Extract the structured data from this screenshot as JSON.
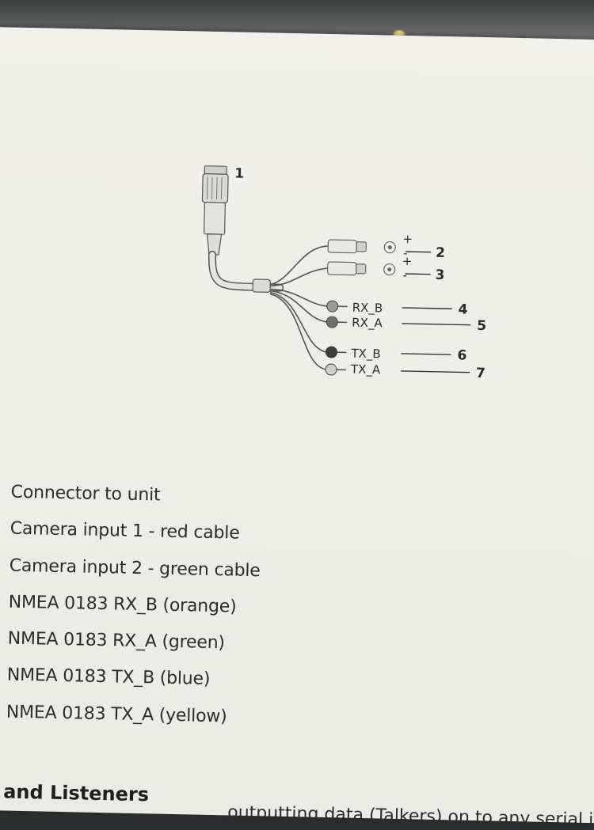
{
  "diagram": {
    "callouts": [
      "1",
      "2",
      "3",
      "4",
      "5",
      "6",
      "7"
    ],
    "wire_labels": [
      "RX_B",
      "RX_A",
      "TX_B",
      "TX_A"
    ],
    "polarity": [
      "+",
      "-"
    ]
  },
  "legend": [
    "Connector to unit",
    "Camera input 1 - red cable",
    "Camera input 2 - green cable",
    "NMEA 0183 RX_B (orange)",
    "NMEA 0183 RX_A (green)",
    "NMEA 0183 TX_B (blue)",
    "NMEA 0183 TX_A (yellow)"
  ],
  "section_heading": "rs and Listeners",
  "cutoff_line": "outputting data (Talkers) on to any serial i",
  "colors": {
    "paper": "#efefe9",
    "ink": "#2c2c2c"
  }
}
